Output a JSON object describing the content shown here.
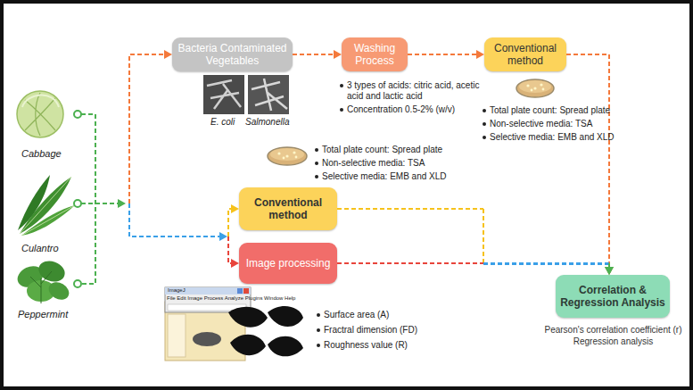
{
  "diagram": {
    "nodes": [
      {
        "text": [
          "Bacteria Contaminated Vegetables"
        ]
      },
      {
        "text": [
          "Washing Process"
        ]
      },
      {
        "text": [
          "Conventional method"
        ]
      },
      {
        "text": [
          "Conventional method"
        ]
      },
      {
        "text": [
          "Image processing"
        ]
      },
      {
        "text": [
          "Correlation & Regression Analysis"
        ]
      }
    ],
    "edges": [
      {
        "from": 0,
        "to": 1,
        "arrow": "to"
      },
      {
        "from": 1,
        "to": 2,
        "arrow": "to"
      },
      {
        "from": 2,
        "to": 5,
        "arrow": "to"
      },
      {
        "from": 3,
        "to": 5,
        "arrow": "to"
      },
      {
        "from": 4,
        "to": 5,
        "arrow": "to"
      }
    ],
    "labels": [
      "Cabbage",
      "Culantro",
      "Peppermint",
      "E. coli",
      "Salmonella",
      "3 types of acids: citric acid, acetic acid and lactic acid",
      "Concentration 0.5-2% (w/v)",
      "Total plate count: Spread plate",
      "Non-selective media: TSA",
      "Selective media: EMB and XLD",
      "Total plate count: Spread plate",
      "Non-selective media: TSA",
      "Selective media: EMB and XLD",
      "Surface area (A)",
      "Fractral dimension (FD)",
      "Roughness value (R)",
      "Pearson's correlation coefficient (r)",
      "Regression analysis",
      "ImageJ",
      "File Edit Image Process Analyze Plugins Window Help"
    ]
  }
}
